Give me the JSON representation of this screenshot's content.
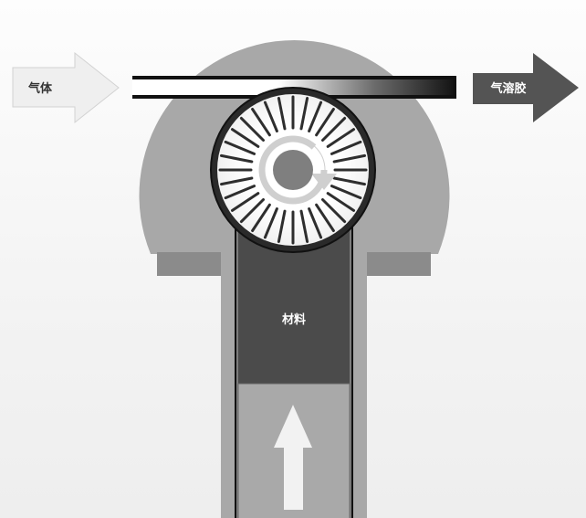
{
  "labels": {
    "input_gas": "气体",
    "output_aerosol": "气溶胶",
    "material": "材料"
  },
  "colors": {
    "background": "#f3f3f3",
    "housing": "#a8a8a8",
    "housing_ledge": "#8b8b8b",
    "inner_channel": "#7d7d7d",
    "material_fill": "#4b4b4b",
    "piston_fill": "#a9a9a9",
    "input_arrow": "#efefef",
    "output_arrow": "#545454",
    "disc_outer": "#2a2a2a",
    "disc_hub": "#7f7f7f",
    "push_arrow": "#f2f2f2"
  },
  "icons": {
    "rotation": "clockwise-rotation-arrow",
    "input": "right-arrow-light",
    "output": "right-arrow-dark",
    "push": "up-arrow"
  }
}
